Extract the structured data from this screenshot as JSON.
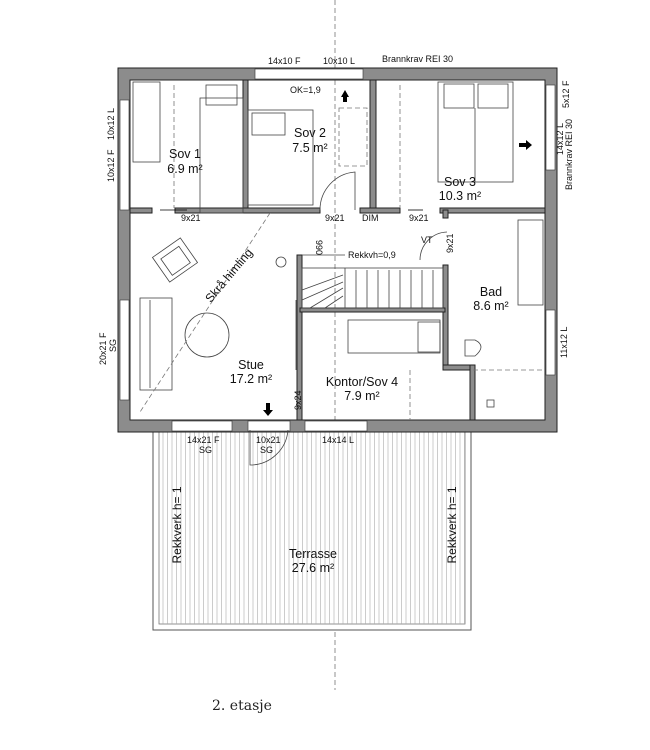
{
  "caption": "2. etasje",
  "rooms": [
    {
      "name": "Sov 1",
      "area": "6.9 m²"
    },
    {
      "name": "Sov 2",
      "area": "7.5 m²"
    },
    {
      "name": "Sov 3",
      "area": "10.3 m²"
    },
    {
      "name": "Stue",
      "area": "17.2 m²"
    },
    {
      "name": "Kontor/Sov 4",
      "area": "7.9 m²"
    },
    {
      "name": "Bad",
      "area": "8.6 m²"
    },
    {
      "name": "Terrasse",
      "area": "27.6 m²"
    }
  ],
  "annotations": {
    "top_window_1": "14x10 F",
    "top_window_2": "10x10 L",
    "fire_req_top": "Brannkrav REI 30",
    "fire_req_right": "Brannkrav REI 30",
    "ok": "OK=1,9",
    "left_window_1": "10x12 L",
    "left_window_2": "10x12 F",
    "left_window_3": "20x21 F",
    "left_window_3_sg": "SG",
    "right_window_1": "5x12 F",
    "right_window_2": "14x12 L",
    "right_window_3": "11x12 L",
    "door_sov1": "9x21",
    "door_sov2": "9x21",
    "dim": "DIM",
    "door_sov3": "9x21",
    "door_bad": "9x21",
    "vt": "VT",
    "stair_width": "990",
    "rail_height": "Rekkvh=0,9",
    "sloped_ceiling": "Skrå himling",
    "door_kontor": "9x24",
    "bottom_window_1": "14x21 F",
    "bottom_window_1_sg": "SG",
    "bottom_door": "10x21",
    "bottom_door_sg": "SG",
    "bottom_window_2": "14x14 L",
    "railing_left": "Rekkverk h= 1",
    "railing_right": "Rekkverk h= 1"
  }
}
